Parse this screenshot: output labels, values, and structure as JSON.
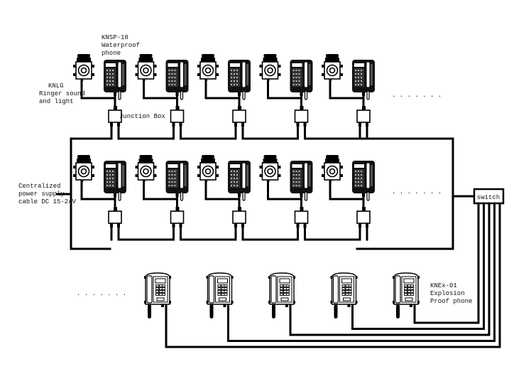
{
  "diagram": {
    "title": "Telephone system wiring diagram",
    "colors": {
      "line": "#000000",
      "background": "#ffffff",
      "text": "#111111"
    },
    "labels": {
      "phone_model": "KNSP-18",
      "phone_desc_1": "Waterproof",
      "phone_desc_2": "phone",
      "ringer_model": "KNLG",
      "ringer_desc_1": "Ringer sound",
      "ringer_desc_2": "and light",
      "junction_box": "Junction Box",
      "power_1": "Centralized",
      "power_2": "power supply",
      "power_3": "cable DC 15-24V",
      "switch": "switch",
      "ex_model": "KNEx-01",
      "ex_desc_1": "Explosion",
      "ex_desc_2": "Proof phone",
      "ellipsis": ". . . . . . ."
    },
    "rows": [
      {
        "name": "upper-row",
        "units": 5,
        "devices": [
          "ringer-light",
          "waterproof-phone",
          "junction-box"
        ]
      },
      {
        "name": "middle-row",
        "units": 5,
        "devices": [
          "ringer-light",
          "waterproof-phone",
          "junction-box"
        ]
      },
      {
        "name": "lower-row",
        "units": 5,
        "devices": [
          "explosion-proof-phone"
        ]
      }
    ],
    "switch_outputs": 5
  }
}
